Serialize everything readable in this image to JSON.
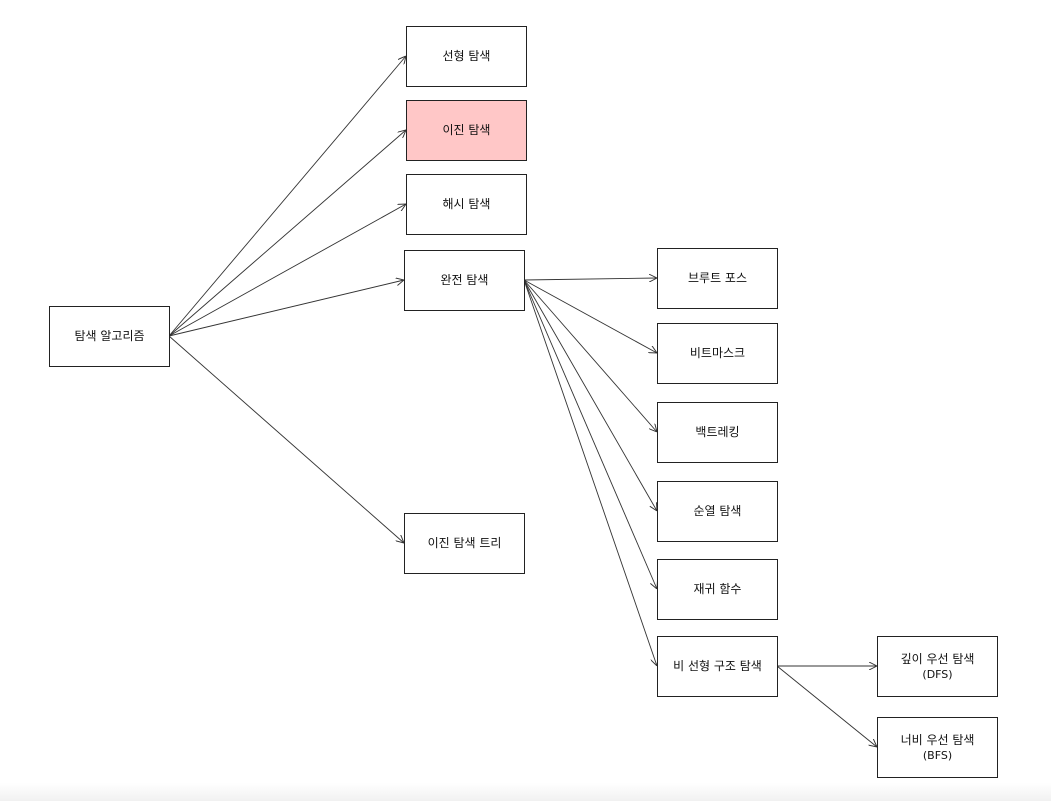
{
  "nodes": {
    "root": "탐색 알고리즘",
    "linear": "선형 탐색",
    "binary": "이진 탐색",
    "hash": "해시 탐색",
    "exhaustive": "완전 탐색",
    "bst": "이진 탐색 트리",
    "brute": "브루트 포스",
    "bitmask": "비트마스크",
    "backtracking": "백트레킹",
    "permutation": "순열 탐색",
    "recursion": "재귀 함수",
    "nonlinear": "비 선형 구조 탐색",
    "dfs": "깊이 우선 탐색",
    "dfs_abbr": "(DFS)",
    "bfs": "너비 우선 탐색",
    "bfs_abbr": "(BFS)"
  },
  "colors": {
    "highlight": "#ffc7c7",
    "border": "#222222",
    "edge": "#333333"
  }
}
